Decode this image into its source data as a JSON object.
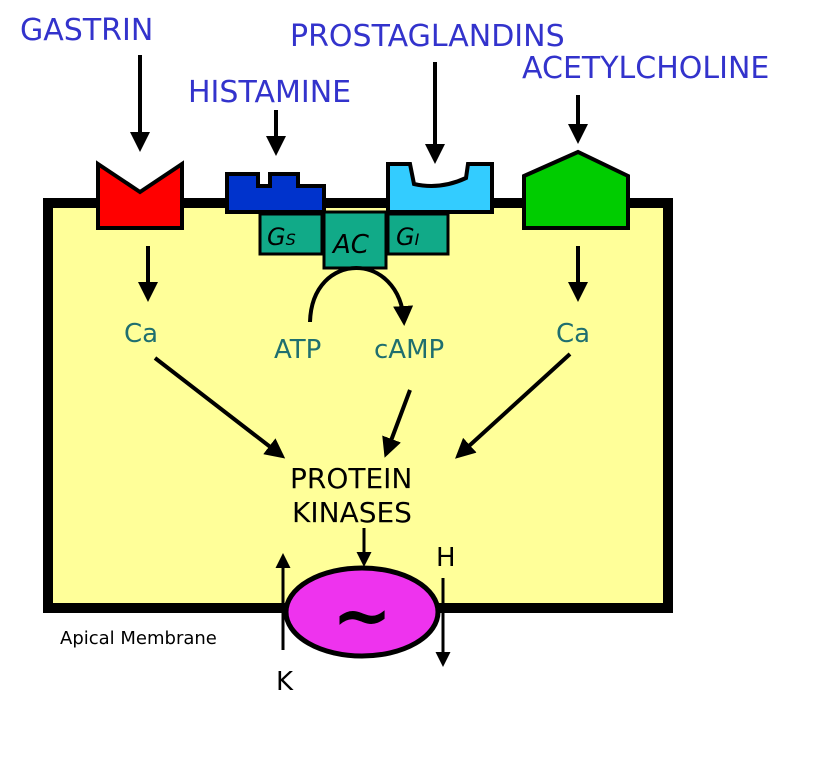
{
  "ligands": {
    "gastrin": "GASTRIN",
    "histamine": "HISTAMINE",
    "prostaglandins": "PROSTAGLANDINS",
    "acetylcholine": "ACETYLCHOLINE"
  },
  "gprotein": {
    "gs_main": "G",
    "gs_sub": "S",
    "gi_main": "G",
    "gi_sub": "I",
    "ac": "AC"
  },
  "messengers": {
    "ca_left": "Ca",
    "atp": "ATP",
    "camp": "cAMP",
    "ca_right": "Ca"
  },
  "kinases": {
    "line1": "PROTEIN",
    "line2": "KINASES"
  },
  "pump": {
    "symbol": "~",
    "k": "K",
    "h": "H"
  },
  "membrane_label": "Apical Membrane",
  "colors": {
    "ligand_text": "#3333cc",
    "cell_fill": "#ffff99",
    "gastrin_receptor": "#ff0000",
    "histamine_receptor": "#0033cc",
    "prostaglandin_receptor": "#33ccff",
    "acetylcholine_receptor": "#00cc00",
    "g_protein": "#11aa88",
    "pump": "#ee33ee",
    "second_messenger_text": "#1f6f6f"
  }
}
